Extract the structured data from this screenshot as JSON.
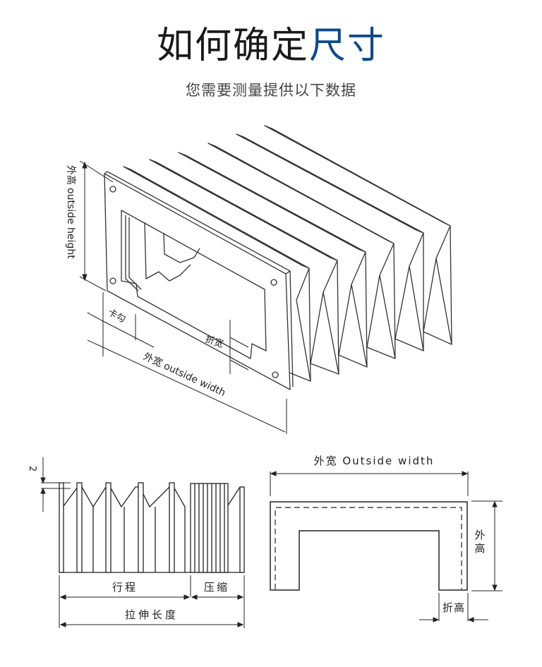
{
  "header": {
    "title_main": "如何确定",
    "title_accent": "尺寸",
    "subtitle": "您需要测量提供以下数据"
  },
  "colors": {
    "accent": "#0d4a8a",
    "text": "#1a1a1a",
    "line": "#222222"
  },
  "isometric_view": {
    "outside_height_cn": "外高",
    "outside_height_en": "outside height",
    "hook_label": "卡勾",
    "fold_width_label": "折宽",
    "outside_width_cn": "外宽",
    "outside_width_en": "outside width"
  },
  "side_view": {
    "thickness_label": "2",
    "stroke_label": "行程",
    "compressed_label": "压缩",
    "extended_length_label": "拉伸长度"
  },
  "section_view": {
    "outside_width_label": "外宽 Outside width",
    "outside_height_label_1": "外",
    "outside_height_label_2": "高",
    "fold_height_label": "折高"
  }
}
